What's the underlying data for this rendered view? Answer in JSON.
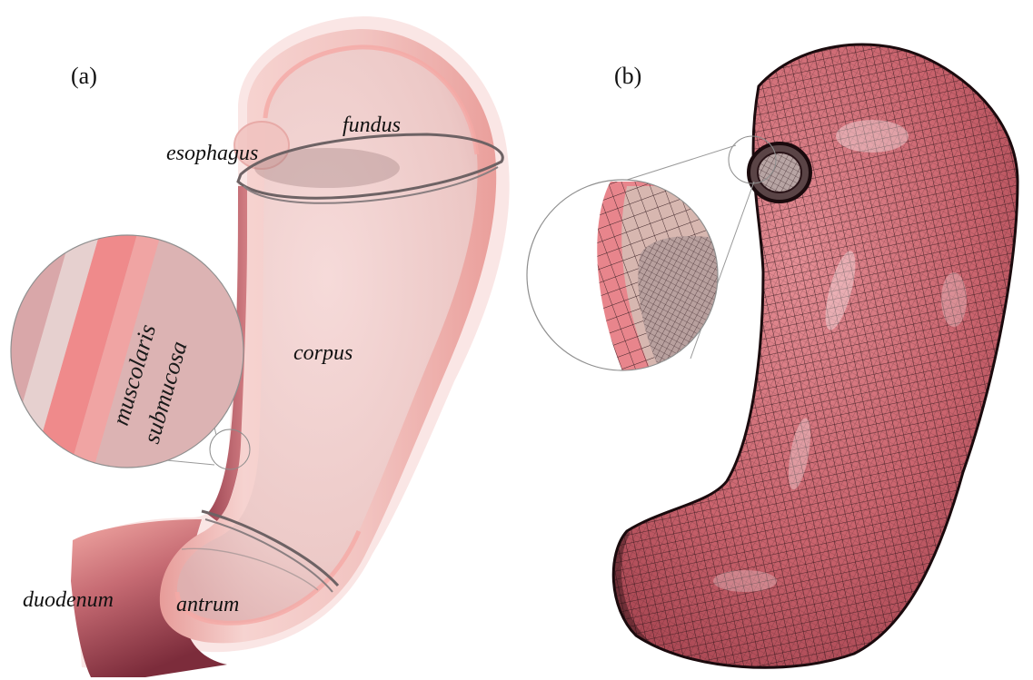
{
  "panels": {
    "a": "(a)",
    "b": "(b)"
  },
  "labels": {
    "fundus": "fundus",
    "esophagus": "esophagus",
    "corpus": "corpus",
    "duodenum": "duodenum",
    "antrum": "antrum"
  },
  "layers": {
    "muscularis": "muscolaris",
    "submucosa": "submucosa"
  },
  "colors": {
    "tissue_light": "#f3c7c4",
    "tissue_mid": "#eea19c",
    "tissue_dark": "#8e3b48",
    "mesh_fill": "#cf6f78",
    "mesh_line": "#2a1418"
  }
}
